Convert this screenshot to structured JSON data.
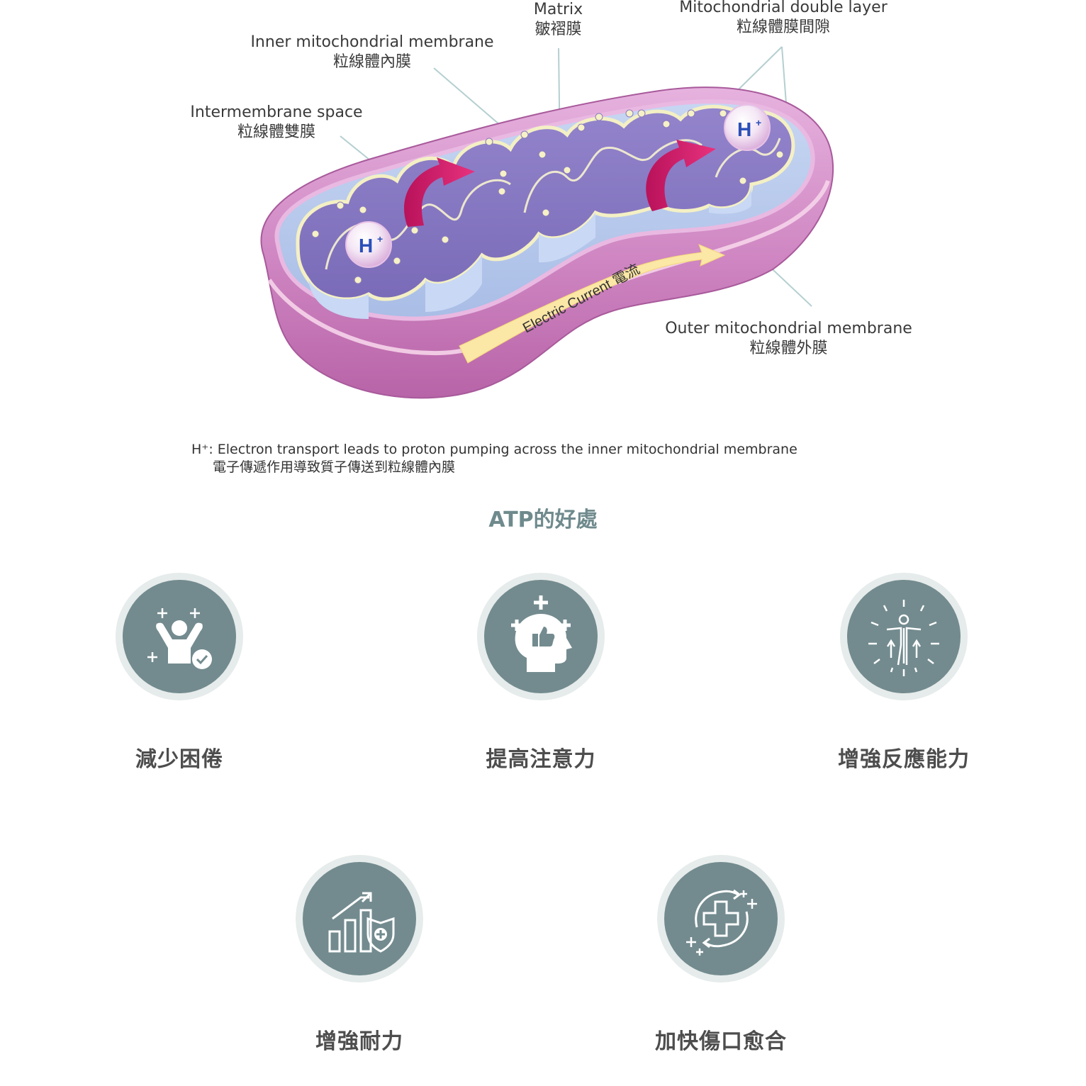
{
  "labels": {
    "matrix": {
      "en": "Matrix",
      "zh": "皺褶膜"
    },
    "double_layer": {
      "en": "Mitochondrial double layer",
      "zh": "粒線體膜間隙"
    },
    "inner_membrane": {
      "en": "Inner mitochondrial membrane",
      "zh": "粒線體內膜"
    },
    "intermembrane": {
      "en": "Intermembrane space",
      "zh": "粒線體雙膜"
    },
    "outer_membrane": {
      "en": "Outer mitochondrial membrane",
      "zh": "粒線體外膜"
    },
    "electric_current": "Electric Current 電流",
    "proton": "H+"
  },
  "note": {
    "en": "H⁺: Electron transport leads to proton pumping across the inner mitochondrial membrane",
    "zh": "電子傳遞作用導致質子傳送到粒線體內膜"
  },
  "section_title": "ATP的好處",
  "benefits": [
    {
      "label": "減少困倦",
      "icon": "cheering-person-check-icon"
    },
    {
      "label": "提高注意力",
      "icon": "head-with-thumbs-up-plus-icon"
    },
    {
      "label": "增強反應能力",
      "icon": "radiant-person-arrows-icon"
    },
    {
      "label": "增強耐力",
      "icon": "bar-chart-shield-icon"
    },
    {
      "label": "加快傷口愈合",
      "icon": "medical-cross-cycle-icon"
    }
  ],
  "colors": {
    "accent_gray": "#738b8f",
    "title_gray": "#6f8a8d",
    "outer_membrane": "#d48fc7",
    "inner_fold": "#8f7fc4",
    "arrow_pink": "#d8246e",
    "current_yellow": "#fbe7a6",
    "proton_blue": "#2a4fb8"
  }
}
